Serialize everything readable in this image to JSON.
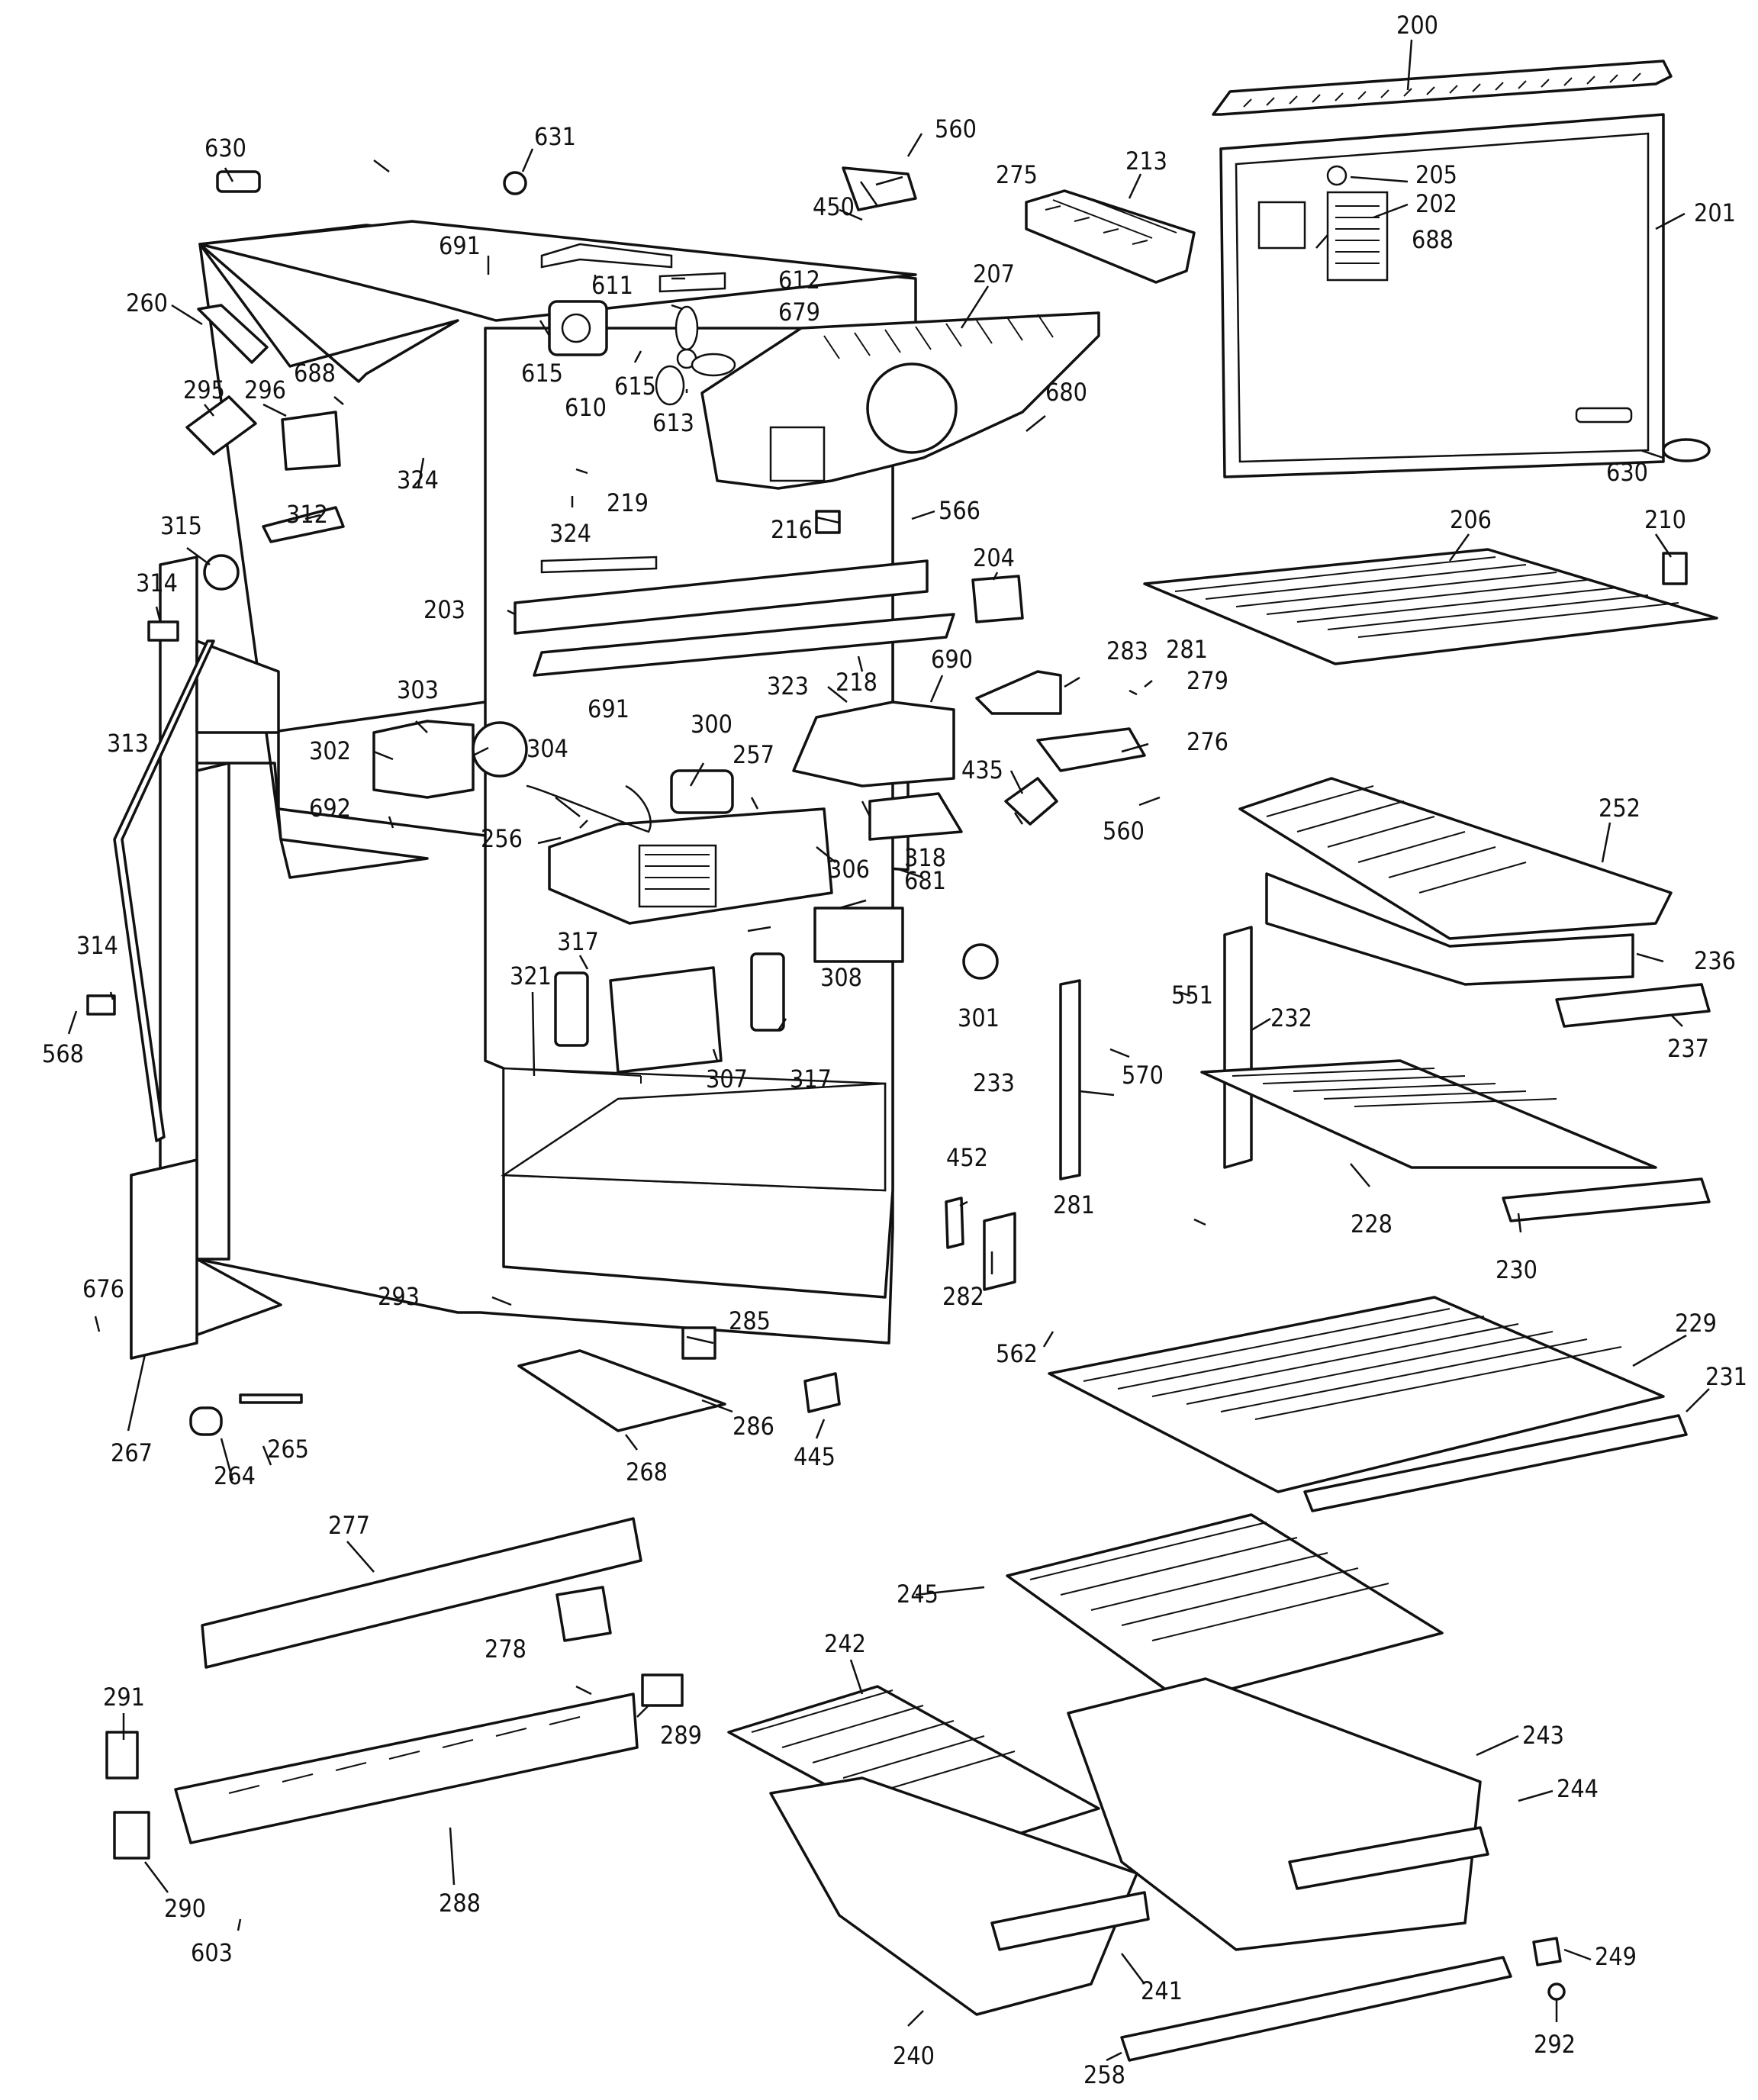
{
  "diagram": {
    "part_numbers": [
      "200",
      "201",
      "202",
      "203",
      "204",
      "205",
      "206",
      "207",
      "210",
      "213",
      "216",
      "218",
      "219",
      "228",
      "229",
      "230",
      "231",
      "232",
      "233",
      "236",
      "237",
      "240",
      "241",
      "242",
      "243",
      "244",
      "245",
      "249",
      "252",
      "256",
      "257",
      "258",
      "260",
      "264",
      "265",
      "267",
      "268",
      "275",
      "276",
      "277",
      "278",
      "279",
      "281",
      "282",
      "283",
      "285",
      "286",
      "288",
      "289",
      "290",
      "291",
      "292",
      "293",
      "295",
      "296",
      "300",
      "301",
      "302",
      "303",
      "304",
      "306",
      "307",
      "308",
      "312",
      "313",
      "314",
      "315",
      "317",
      "318",
      "321",
      "323",
      "324",
      "435",
      "445",
      "450",
      "452",
      "551",
      "560",
      "562",
      "566",
      "568",
      "570",
      "603",
      "610",
      "611",
      "612",
      "613",
      "615",
      "630",
      "631",
      "676",
      "679",
      "680",
      "681",
      "688",
      "690",
      "691",
      "692"
    ]
  }
}
